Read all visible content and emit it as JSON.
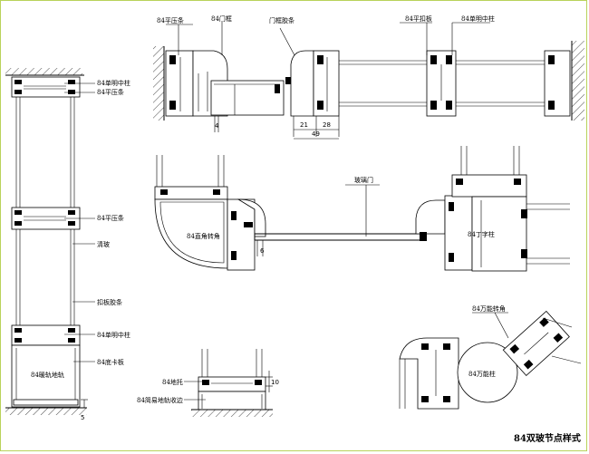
{
  "title": "84双玻节点样式",
  "labels": {
    "left_top_mullion": "84单明中柱",
    "left_pressure_strip": "84平压条",
    "left_pressure_strip_2": "84平压条",
    "left_glass": "清玻",
    "left_snap_strip": "扣板胶条",
    "left_mullion_2": "84单明中柱",
    "left_bottom_plate": "84底卡板",
    "left_ground_rail": "84暖轨地轨",
    "top_pressure_strip": "84平压条",
    "top_door_frame": "84门框",
    "top_door_seal": "门框胶条",
    "top_flat_cover": "84平扣板",
    "top_mullion": "84单明中柱",
    "mid_corner": "84直角转角",
    "mid_glass_door": "玻璃门",
    "mid_t_post": "84丁字柱",
    "br_any_angle": "84万能转角",
    "br_universal_post": "84万能柱",
    "bc_ground_support": "84地托",
    "bc_ground_rail_trim": "84简易地轨收边"
  },
  "dims": {
    "d4": "4",
    "d21": "21",
    "d28": "28",
    "d49": "49",
    "d6": "6",
    "d10": "10",
    "d5": "5"
  }
}
